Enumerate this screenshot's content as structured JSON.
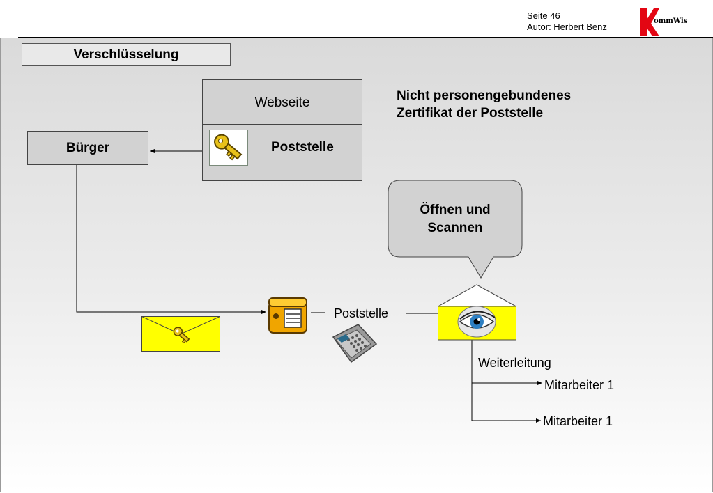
{
  "header": {
    "page": "Seite 46",
    "author": "Autor: Herbert Benz",
    "logo_text": "KommWis"
  },
  "title": "Verschlüsselung",
  "nodes": {
    "website": "Webseite",
    "mailroom_box": "Poststelle",
    "citizen": "Bürger",
    "certificate_note_line1": "Nicht personengebundenes",
    "certificate_note_line2": "Zertifikat der Poststelle",
    "speech_line1": "Öffnen und",
    "speech_line2": "Scannen",
    "mailroom_label": "Poststelle",
    "forwarding": "Weiterleitung",
    "employee_1": "Mitarbeiter 1",
    "employee_2": "Mitarbeiter 1"
  },
  "colors": {
    "envelope": "#ffff00",
    "box_fill": "#d2d2d2",
    "logo_red": "#e30613",
    "key_gold": "#e8c11a"
  },
  "icons": [
    "key-icon",
    "mailbox-icon",
    "telephone-icon",
    "eye-icon",
    "envelope-icon"
  ]
}
